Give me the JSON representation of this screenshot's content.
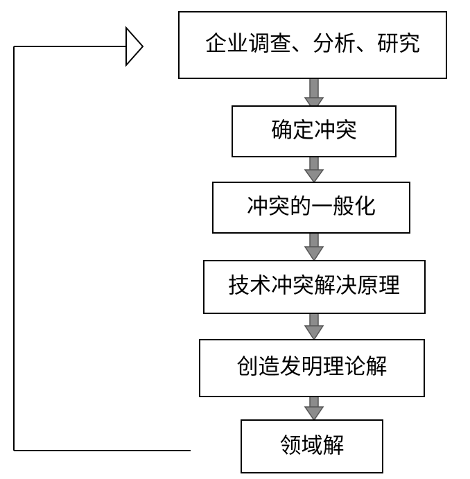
{
  "diagram": {
    "steps": [
      {
        "label": "企业调查、分析、研究"
      },
      {
        "label": "确定冲突"
      },
      {
        "label": "冲突的一般化"
      },
      {
        "label": "技术冲突解决原理"
      },
      {
        "label": "创造发明理论解"
      },
      {
        "label": "领域解"
      }
    ],
    "colors": {
      "box_border": "#000000",
      "box_fill": "#ffffff",
      "arrow_fill": "#8c8c8c",
      "arrow_stroke": "#555555",
      "line": "#000000",
      "text": "#000000"
    }
  }
}
